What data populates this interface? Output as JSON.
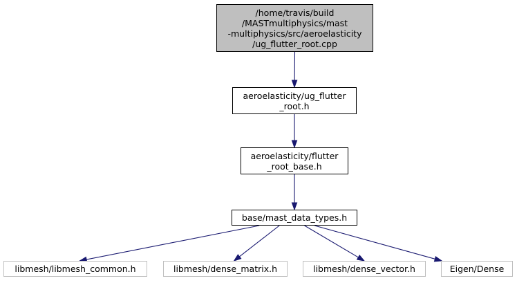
{
  "diagram": {
    "colors": {
      "edge": "#191970",
      "root_fill": "#bfbfbf",
      "node_border": "#000000",
      "external_border": "#bfbfbf"
    },
    "nodes": {
      "root": [
        "/home/travis/build",
        "/MASTmultiphysics/mast",
        "-multiphysics/src/aeroelasticity",
        "/ug_flutter_root.cpp"
      ],
      "ug_flutter_root_h": [
        "aeroelasticity/ug_flutter",
        "_root.h"
      ],
      "flutter_root_base_h": [
        "aeroelasticity/flutter",
        "_root_base.h"
      ],
      "mast_data_types_h": [
        "base/mast_data_types.h"
      ],
      "libmesh_common_h": [
        "libmesh/libmesh_common.h"
      ],
      "dense_matrix_h": [
        "libmesh/dense_matrix.h"
      ],
      "dense_vector_h": [
        "libmesh/dense_vector.h"
      ],
      "eigen_dense": [
        "Eigen/Dense"
      ]
    },
    "edges": [
      [
        "root",
        "ug_flutter_root_h"
      ],
      [
        "ug_flutter_root_h",
        "flutter_root_base_h"
      ],
      [
        "flutter_root_base_h",
        "mast_data_types_h"
      ],
      [
        "mast_data_types_h",
        "libmesh_common_h"
      ],
      [
        "mast_data_types_h",
        "dense_matrix_h"
      ],
      [
        "mast_data_types_h",
        "dense_vector_h"
      ],
      [
        "mast_data_types_h",
        "eigen_dense"
      ]
    ]
  }
}
